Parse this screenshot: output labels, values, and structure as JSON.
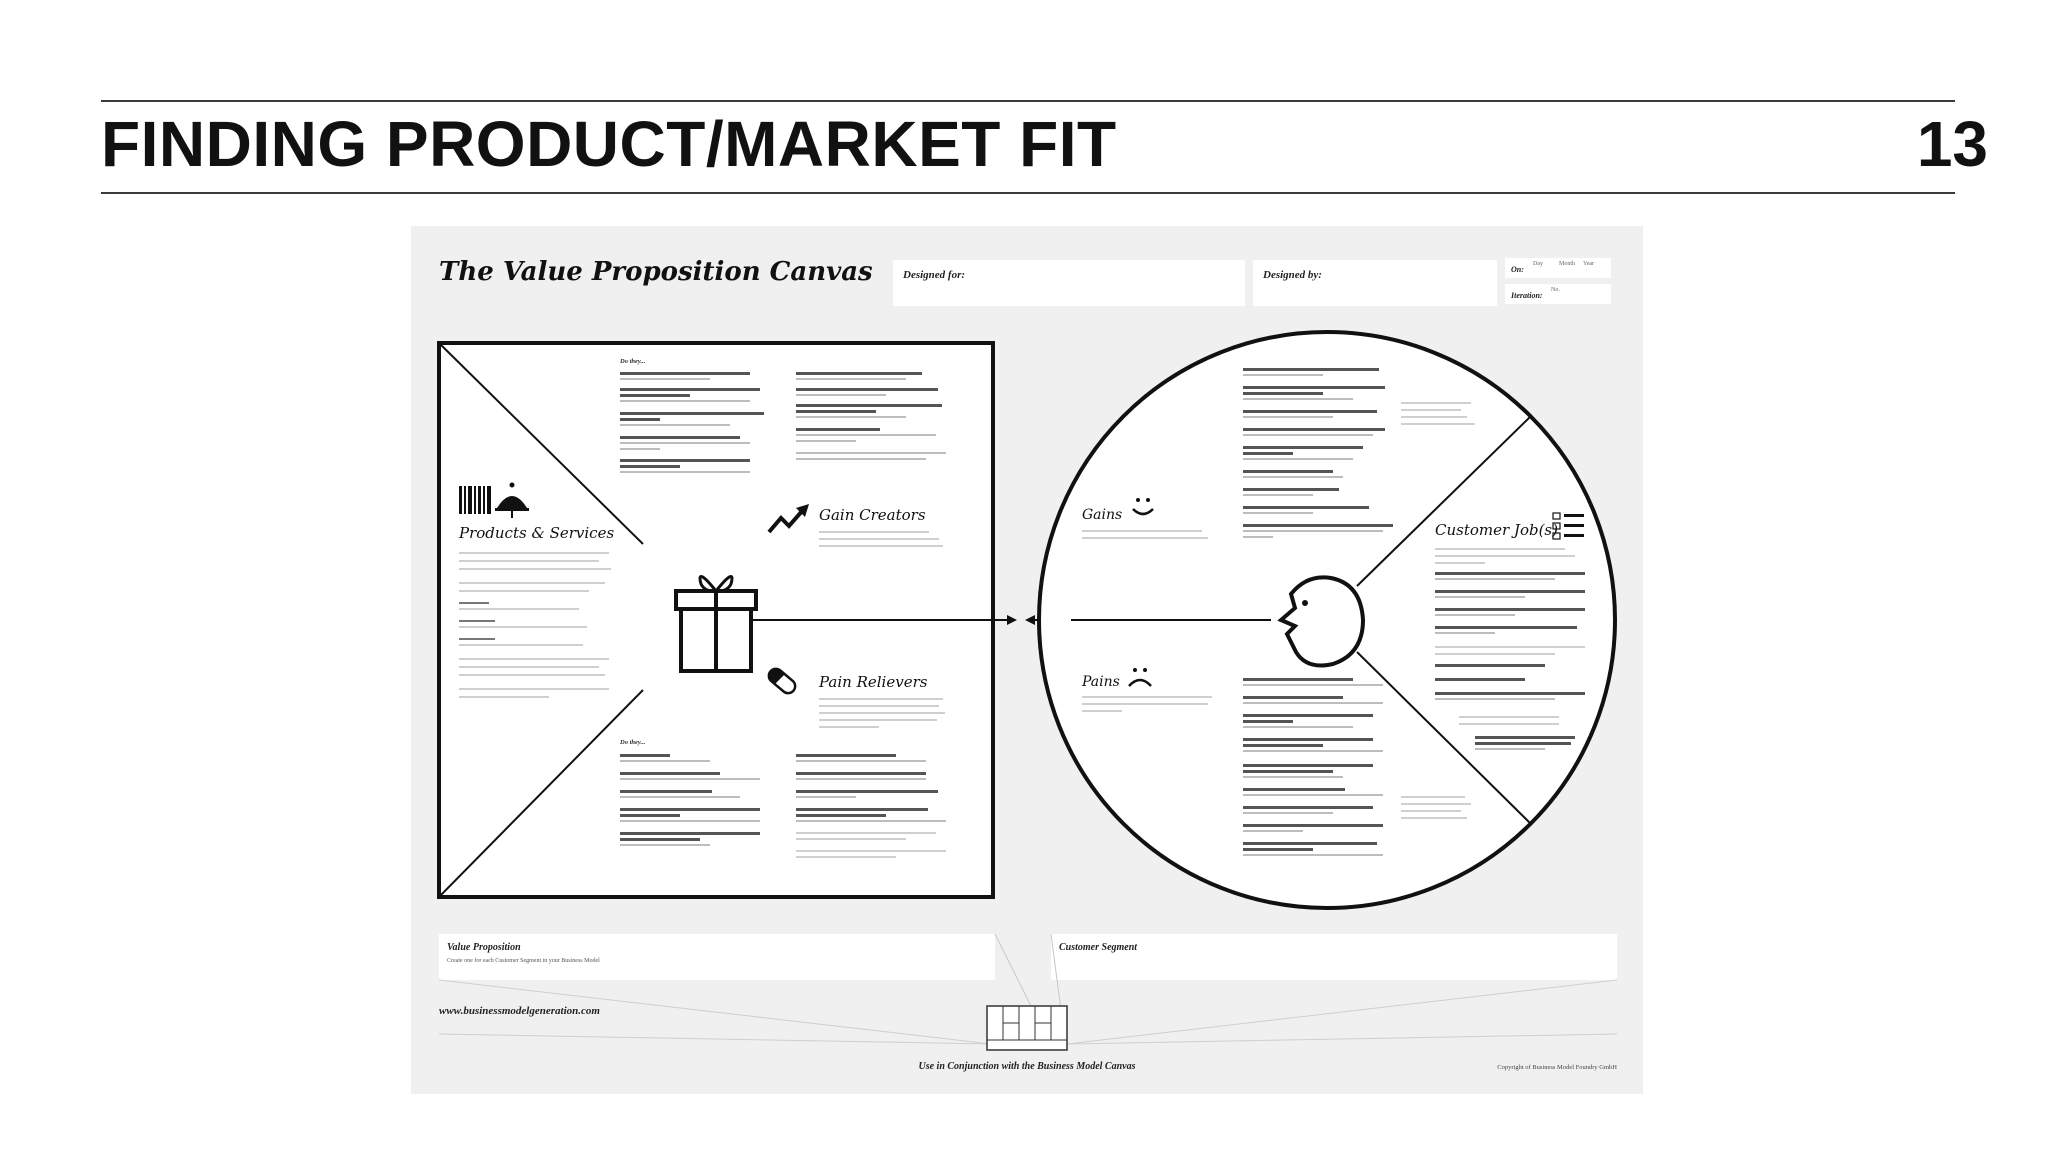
{
  "slide": {
    "title": "FINDING PRODUCT/MARKET FIT",
    "page_number": "13"
  },
  "canvas": {
    "title": "The Value Proposition Canvas",
    "designed_for_label": "Designed for:",
    "designed_by_label": "Designed by:",
    "on_label": "On:",
    "iteration_label": "Iteration:",
    "date_fields": [
      "Day",
      "Month",
      "Year"
    ],
    "iteration_hint": "No.",
    "products_services": "Products & Services",
    "gain_creators": "Gain Creators",
    "pain_relievers": "Pain Relievers",
    "gains": "Gains",
    "pains": "Pains",
    "customer_jobs": "Customer Job(s)",
    "do_they": "Do they...",
    "value_proposition_label": "Value Proposition",
    "value_proposition_hint": "Create one for each Customer Segment in your Business Model",
    "customer_segment_label": "Customer Segment",
    "website": "www.businessmodelgeneration.com",
    "conjunction_note": "Use in Conjunction with the Business Model Canvas",
    "copyright": "Copyright of Business Model Foundry GmbH"
  },
  "icons": [
    "barcode-icon",
    "cloche-icon",
    "gift-icon",
    "chart-up-icon",
    "pill-icon",
    "smile-icon",
    "frown-icon",
    "checklist-icon",
    "face-profile-icon"
  ],
  "colors": {
    "background": "#ffffff",
    "canvas_bg": "#f1f0f0",
    "field_bg": "#ffffff",
    "ink": "#111111",
    "rule": "#3a3a3a"
  }
}
